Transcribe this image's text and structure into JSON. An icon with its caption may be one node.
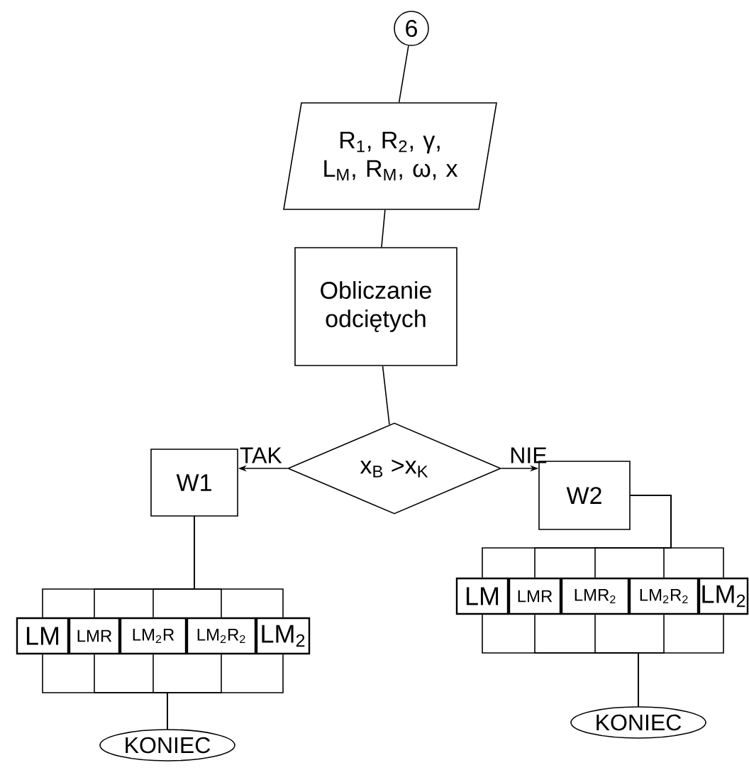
{
  "diagram": {
    "nodes": [
      {
        "text": [
          "6"
        ]
      },
      {
        "text": [
          "R$_{1}$, R$_{2}$, γ, L$_{M}$, R$_{M}$, ω, x"
        ]
      },
      {
        "text": [
          "Obliczanie odciętych"
        ]
      },
      {
        "text": [
          "x$_{B}$ >x$_{K}$"
        ]
      },
      {
        "text": [
          "W1"
        ]
      },
      {
        "text": [
          "W2"
        ]
      },
      {
        "text": [
          "LM"
        ]
      },
      {
        "text": [
          "LMR"
        ]
      },
      {
        "text": [
          "LM$_{2}$R"
        ]
      },
      {
        "text": [
          "LM$_{2}$R$_{2}$"
        ]
      },
      {
        "text": [
          "LM$_{2}$"
        ]
      },
      {
        "text": [
          "LM"
        ]
      },
      {
        "text": [
          "LMR"
        ]
      },
      {
        "text": [
          "LMR$_{2}$"
        ]
      },
      {
        "text": [
          "LM$_{2}$R$_{2}$"
        ]
      },
      {
        "text": [
          "LM$_{2}$"
        ]
      },
      {
        "text": [
          "KONIEC"
        ]
      },
      {
        "text": [
          "KONIEC"
        ]
      }
    ],
    "edges": [
      {
        "from": 0,
        "to": 1,
        "arrow": "none"
      },
      {
        "from": 1,
        "to": 2,
        "arrow": "none"
      },
      {
        "from": 2,
        "to": 3,
        "arrow": "none"
      },
      {
        "from": 3,
        "to": 4,
        "arrow": "to",
        "label": "TAK"
      },
      {
        "from": 3,
        "to": 5,
        "arrow": "to",
        "label": "NIE"
      },
      {
        "from": 4,
        "to": 6,
        "arrow": "none"
      },
      {
        "from": 4,
        "to": 7,
        "arrow": "none"
      },
      {
        "from": 4,
        "to": 8,
        "arrow": "none"
      },
      {
        "from": 4,
        "to": 9,
        "arrow": "none"
      },
      {
        "from": 4,
        "to": 10,
        "arrow": "none"
      },
      {
        "from": 6,
        "to": 16,
        "arrow": "none"
      },
      {
        "from": 7,
        "to": 16,
        "arrow": "none"
      },
      {
        "from": 8,
        "to": 16,
        "arrow": "none"
      },
      {
        "from": 9,
        "to": 16,
        "arrow": "none"
      },
      {
        "from": 10,
        "to": 16,
        "arrow": "none"
      },
      {
        "from": 5,
        "to": 11,
        "arrow": "none"
      },
      {
        "from": 5,
        "to": 12,
        "arrow": "none"
      },
      {
        "from": 5,
        "to": 13,
        "arrow": "none"
      },
      {
        "from": 5,
        "to": 14,
        "arrow": "none"
      },
      {
        "from": 5,
        "to": 15,
        "arrow": "none"
      },
      {
        "from": 11,
        "to": 17,
        "arrow": "none"
      },
      {
        "from": 12,
        "to": 17,
        "arrow": "none"
      },
      {
        "from": 13,
        "to": 17,
        "arrow": "none"
      },
      {
        "from": 14,
        "to": 17,
        "arrow": "none"
      },
      {
        "from": 15,
        "to": 17,
        "arrow": "none"
      }
    ]
  }
}
